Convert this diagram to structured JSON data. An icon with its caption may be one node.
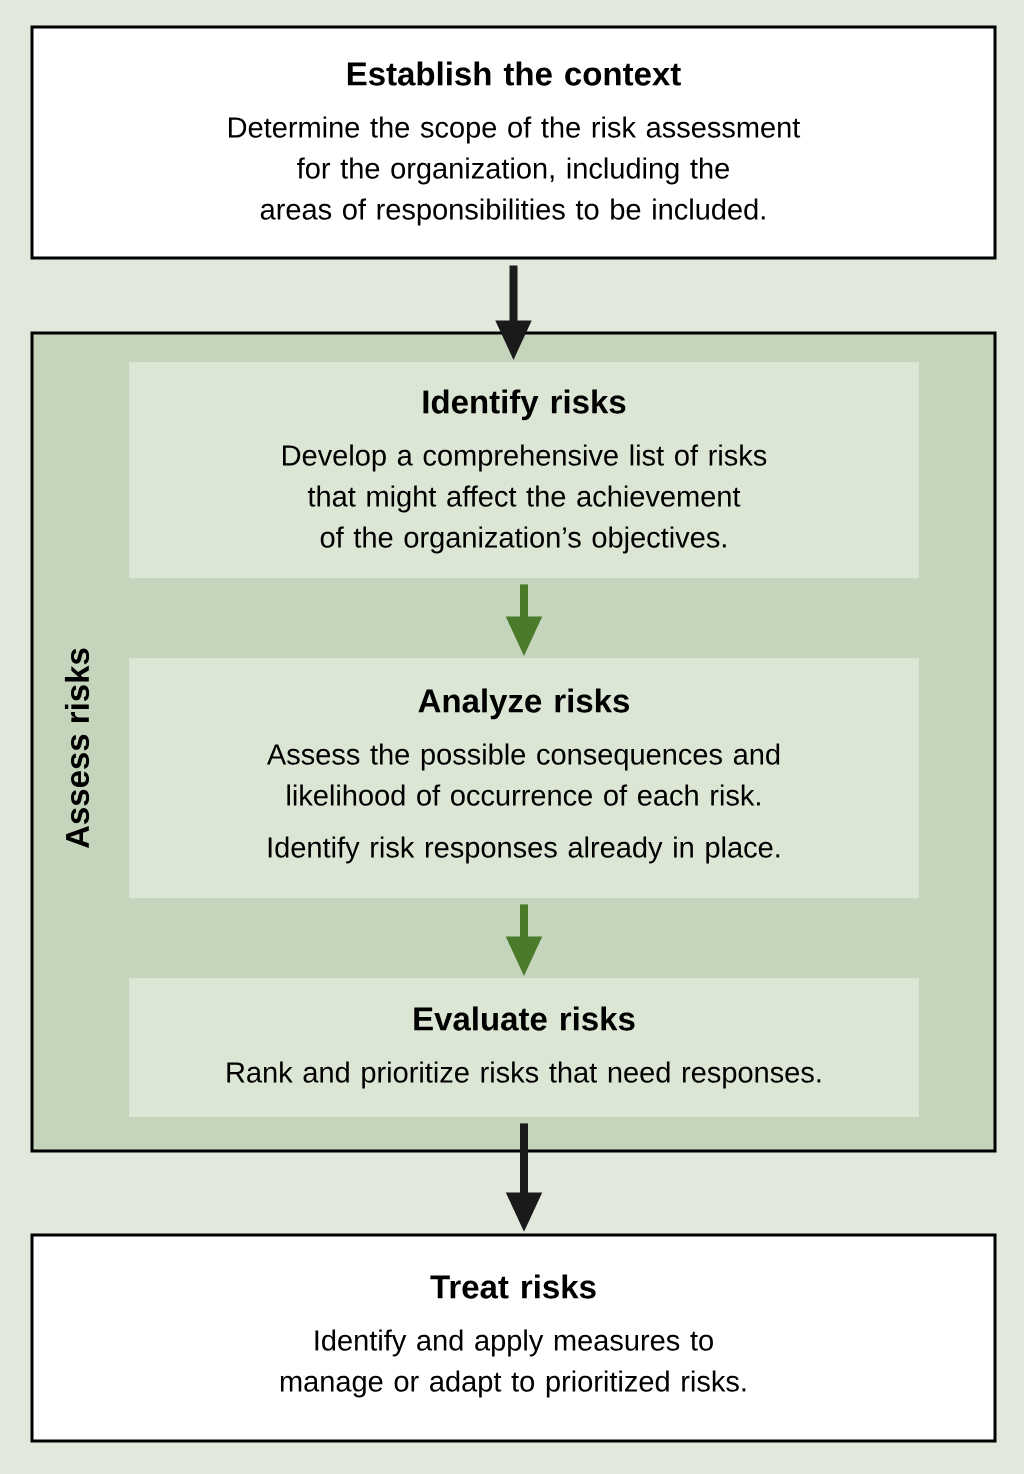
{
  "diagram": {
    "nodes": [
      {
        "text": [
          "Establish the context",
          "Determine the scope of the risk assessment for the organization, including the areas of responsibilities to be included."
        ]
      },
      {
        "text": [
          "Assess risks"
        ]
      },
      {
        "text": [
          "Identify risks",
          "Develop a comprehensive list of risks that might affect the achievement of the organization’s objectives."
        ],
        "in": 1
      },
      {
        "text": [
          "Analyze risks",
          "Assess the possible consequences and likelihood of occurrence of each risk.",
          "Identify risk responses already in place."
        ],
        "in": 1
      },
      {
        "text": [
          "Evaluate risks",
          "Rank and prioritize risks that need responses."
        ],
        "in": 1
      },
      {
        "text": [
          "Treat risks",
          "Identify and apply measures to manage or adapt to prioritized risks."
        ]
      }
    ],
    "edges": [
      {
        "from": 0,
        "to": 2,
        "arrow": "to",
        "color": "#1a1a1a"
      },
      {
        "from": 2,
        "to": 3,
        "arrow": "to",
        "color": "#4a7a2a"
      },
      {
        "from": 3,
        "to": 4,
        "arrow": "to",
        "color": "#4a7a2a"
      },
      {
        "from": 4,
        "to": 5,
        "arrow": "to",
        "color": "#1a1a1a"
      }
    ]
  }
}
